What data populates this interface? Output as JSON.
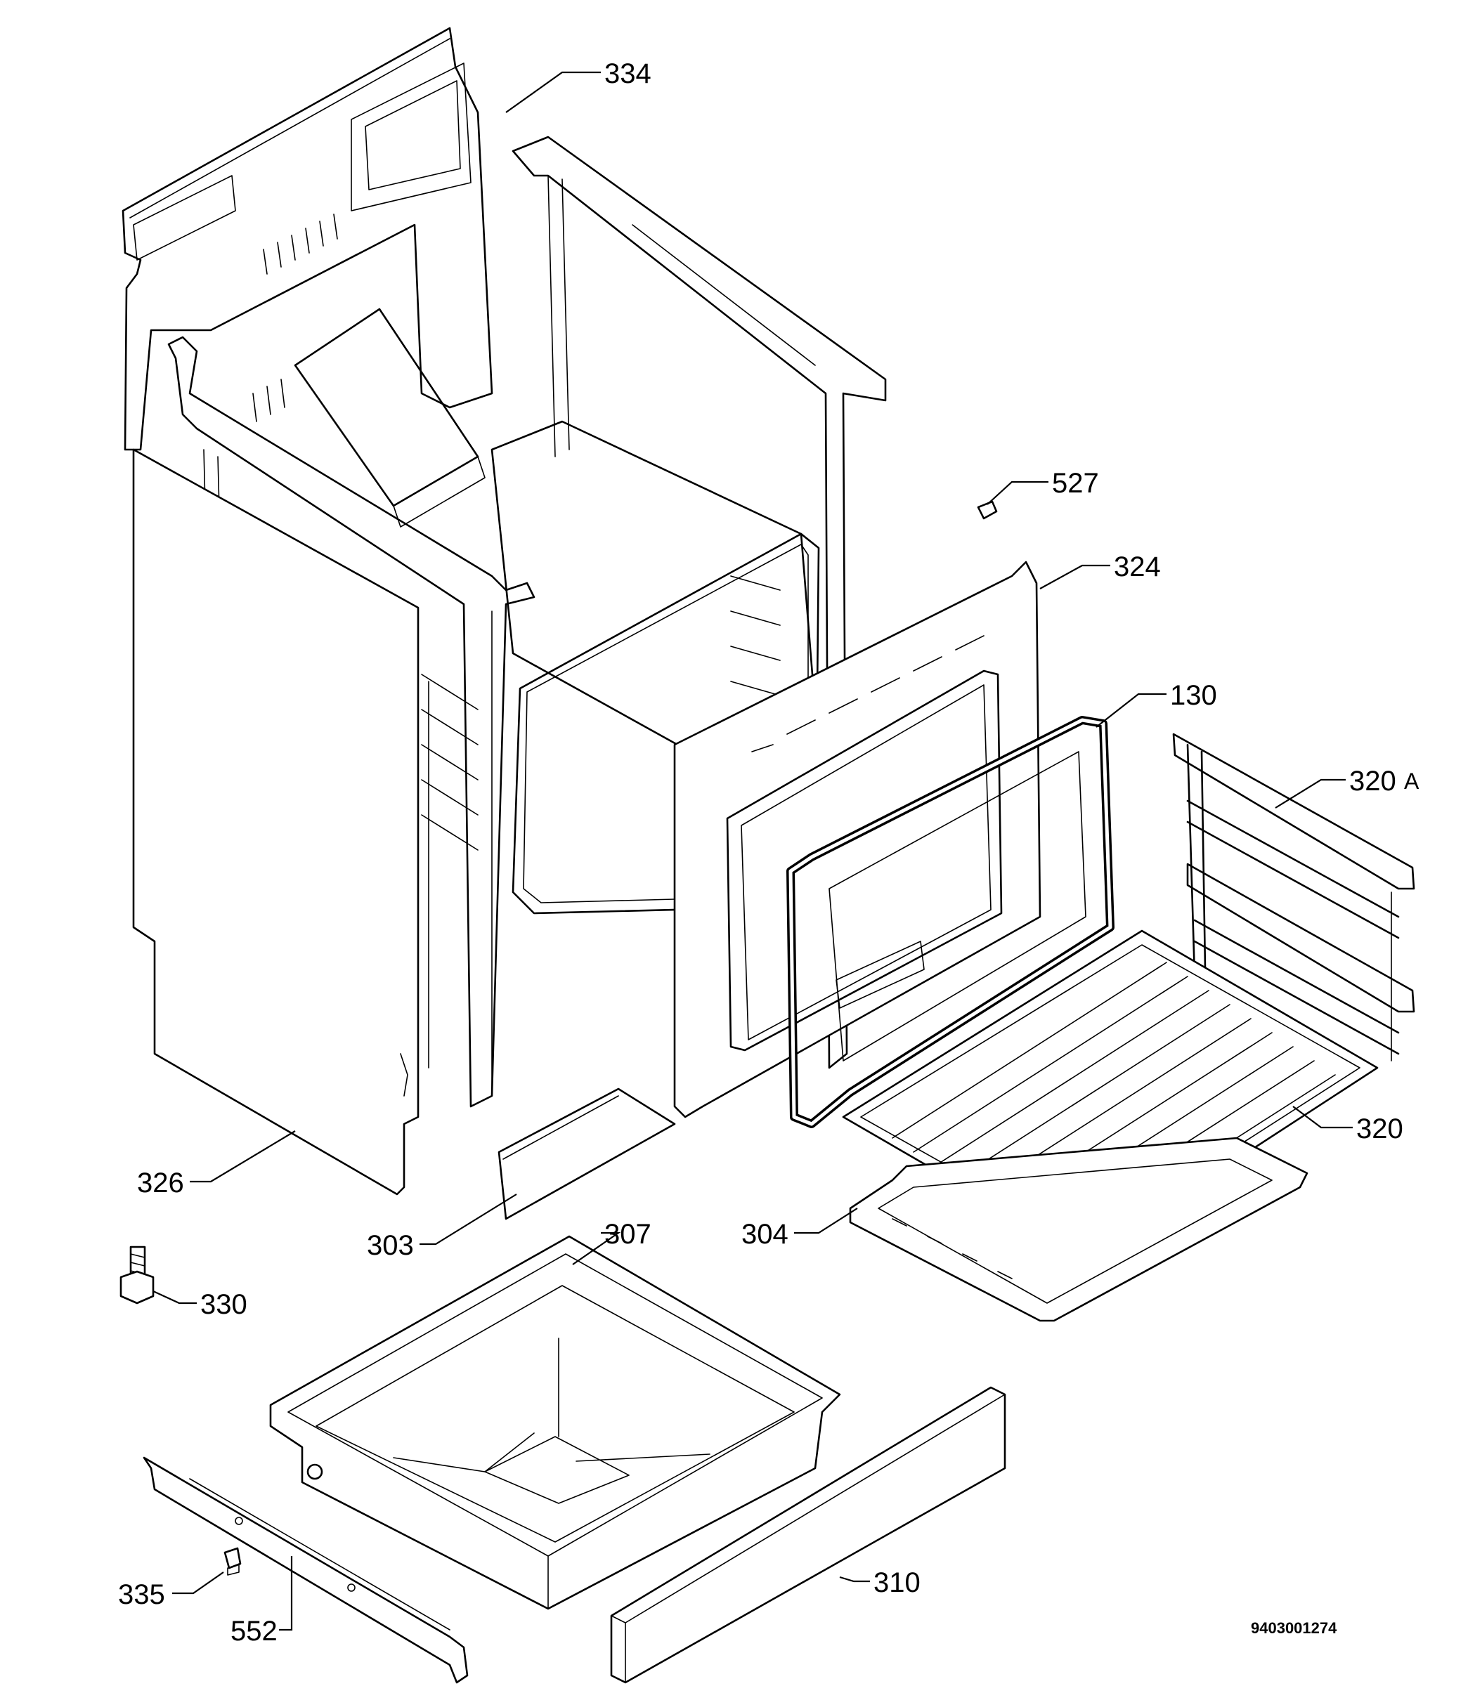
{
  "labels": [
    {
      "id": "334",
      "text": "334"
    },
    {
      "id": "527",
      "text": "527"
    },
    {
      "id": "324",
      "text": "324"
    },
    {
      "id": "130",
      "text": "130"
    },
    {
      "id": "320A",
      "text": "320"
    },
    {
      "id": "320A_suffix",
      "text": "A"
    },
    {
      "id": "320",
      "text": "320"
    },
    {
      "id": "326",
      "text": "326"
    },
    {
      "id": "303",
      "text": "303"
    },
    {
      "id": "307",
      "text": "307"
    },
    {
      "id": "304",
      "text": "304"
    },
    {
      "id": "330",
      "text": "330"
    },
    {
      "id": "335",
      "text": "335"
    },
    {
      "id": "552",
      "text": "552"
    },
    {
      "id": "310",
      "text": "310"
    }
  ],
  "document_number": "9403001274"
}
